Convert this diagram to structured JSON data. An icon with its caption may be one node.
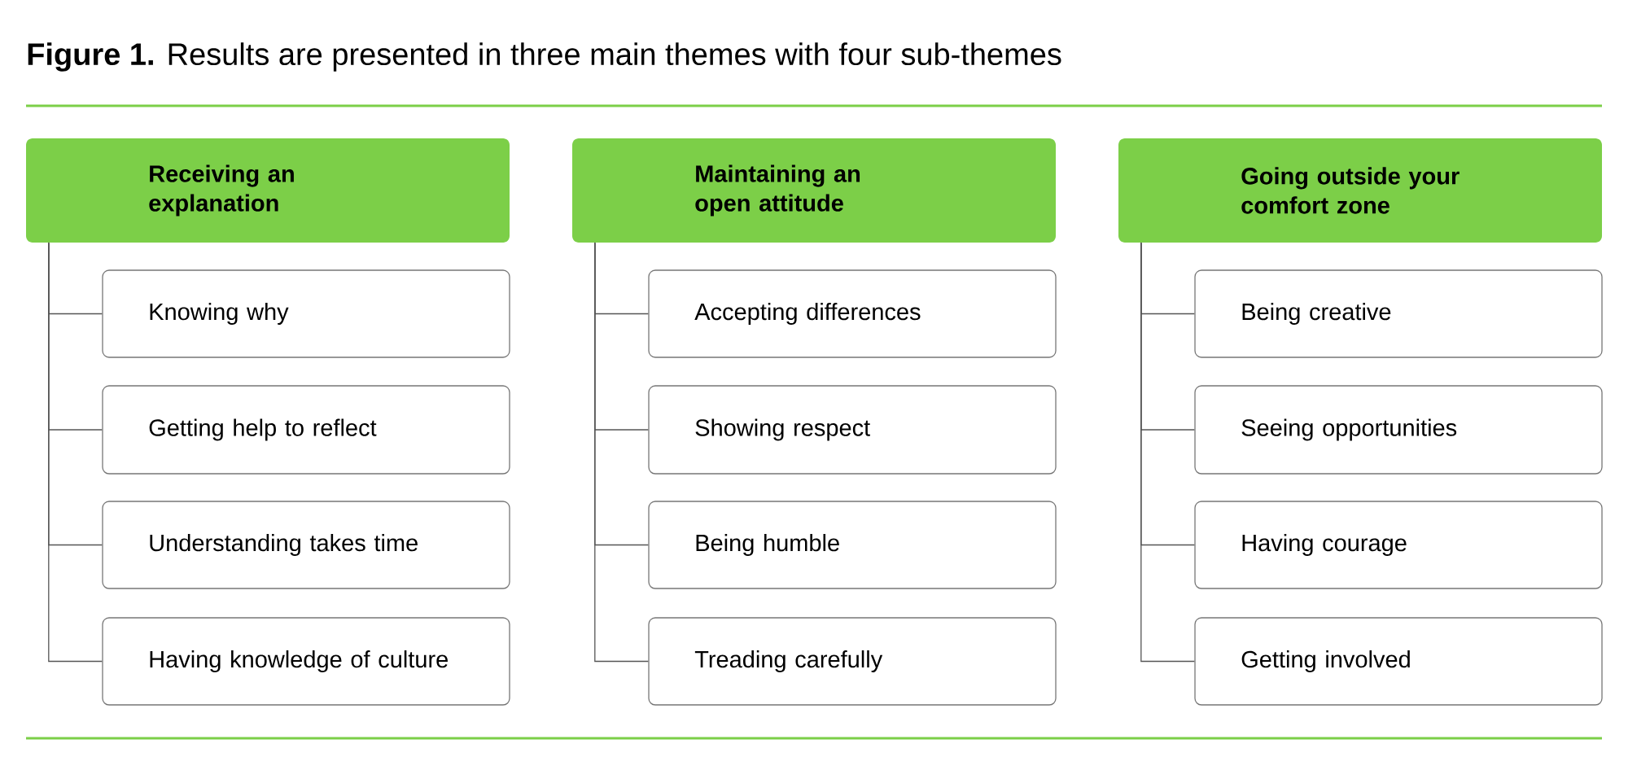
{
  "diagram": {
    "title": "**Figure 1.** Results are presented in three main themes with four sub-themes",
    "nodes": [
      {
        "text": [
          "Receiving an explanation"
        ]
      },
      {
        "text": [
          "Knowing why"
        ]
      },
      {
        "text": [
          "Getting help to reflect"
        ]
      },
      {
        "text": [
          "Understanding takes time"
        ]
      },
      {
        "text": [
          "Having knowledge of culture"
        ]
      },
      {
        "text": [
          "Maintaining an open attitude"
        ]
      },
      {
        "text": [
          "Accepting differences"
        ]
      },
      {
        "text": [
          "Showing respect"
        ]
      },
      {
        "text": [
          "Being humble"
        ]
      },
      {
        "text": [
          "Treading carefully"
        ]
      },
      {
        "text": [
          "Going outside your comfort zone"
        ]
      },
      {
        "text": [
          "Being creative"
        ]
      },
      {
        "text": [
          "Seeing opportunities"
        ]
      },
      {
        "text": [
          "Having courage"
        ]
      },
      {
        "text": [
          "Getting involved"
        ]
      }
    ],
    "edges": [
      {
        "from": 0,
        "to": 1,
        "arrow": "none"
      },
      {
        "from": 0,
        "to": 2,
        "arrow": "none"
      },
      {
        "from": 0,
        "to": 3,
        "arrow": "none"
      },
      {
        "from": 0,
        "to": 4,
        "arrow": "none"
      },
      {
        "from": 5,
        "to": 6,
        "arrow": "none"
      },
      {
        "from": 5,
        "to": 7,
        "arrow": "none"
      },
      {
        "from": 5,
        "to": 8,
        "arrow": "none"
      },
      {
        "from": 5,
        "to": 9,
        "arrow": "none"
      },
      {
        "from": 10,
        "to": 11,
        "arrow": "none"
      },
      {
        "from": 10,
        "to": 12,
        "arrow": "none"
      },
      {
        "from": 10,
        "to": 13,
        "arrow": "none"
      },
      {
        "from": 10,
        "to": 14,
        "arrow": "none"
      }
    ]
  }
}
